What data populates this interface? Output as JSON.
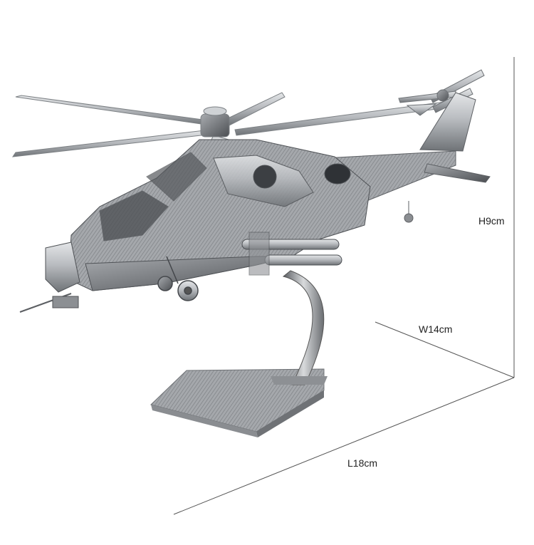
{
  "product": {
    "name": "3D metal helicopter model with display stand",
    "metal_color": "#b9bcc0"
  },
  "dimensions": {
    "height_label": "H9cm",
    "width_label": "W14cm",
    "length_label": "L18cm"
  }
}
